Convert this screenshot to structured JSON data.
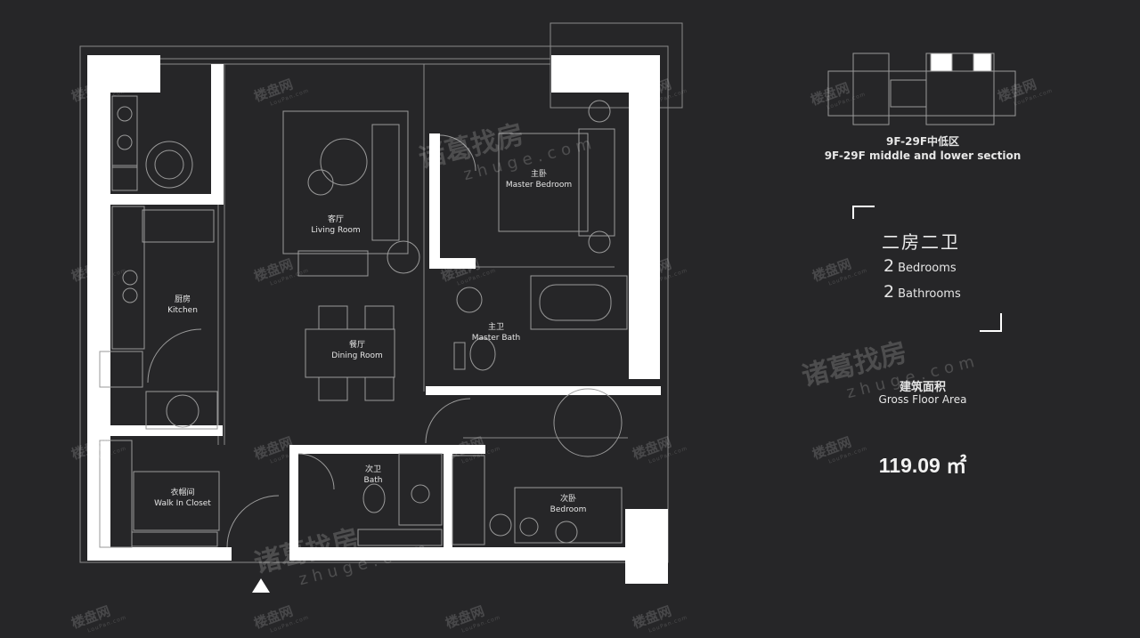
{
  "rooms": {
    "living": {
      "cn": "客厅",
      "en": "Living Room"
    },
    "master_bedroom": {
      "cn": "主卧",
      "en": "Master Bedroom"
    },
    "kitchen": {
      "cn": "厨房",
      "en": "Kitchen"
    },
    "dining": {
      "cn": "餐厅",
      "en": "Dining Room"
    },
    "master_bath": {
      "cn": "主卫",
      "en": "Master Bath"
    },
    "closet": {
      "cn": "衣帽间",
      "en": "Walk In Closet"
    },
    "bath": {
      "cn": "次卫",
      "en": "Bath"
    },
    "bedroom": {
      "cn": "次卧",
      "en": "Bedroom"
    }
  },
  "section": {
    "cn": "9F-29F中低区",
    "en": "9F-29F middle and lower section"
  },
  "unit_type": {
    "cn": "二房二卫",
    "bedrooms_num": "2",
    "bedrooms_label": "Bedrooms",
    "bathrooms_num": "2",
    "bathrooms_label": "Bathrooms"
  },
  "area": {
    "cn": "建筑面积",
    "en": "Gross Floor Area",
    "value": "119.09 ㎡"
  },
  "watermarks": {
    "small_cn": "楼盘网",
    "small_en": "LouPan.com",
    "big_cn": "诸葛找房",
    "big_en": "zhuge.com"
  },
  "colors": {
    "background": "#262628",
    "wall": "#ffffff",
    "line": "#8a8a8a"
  }
}
